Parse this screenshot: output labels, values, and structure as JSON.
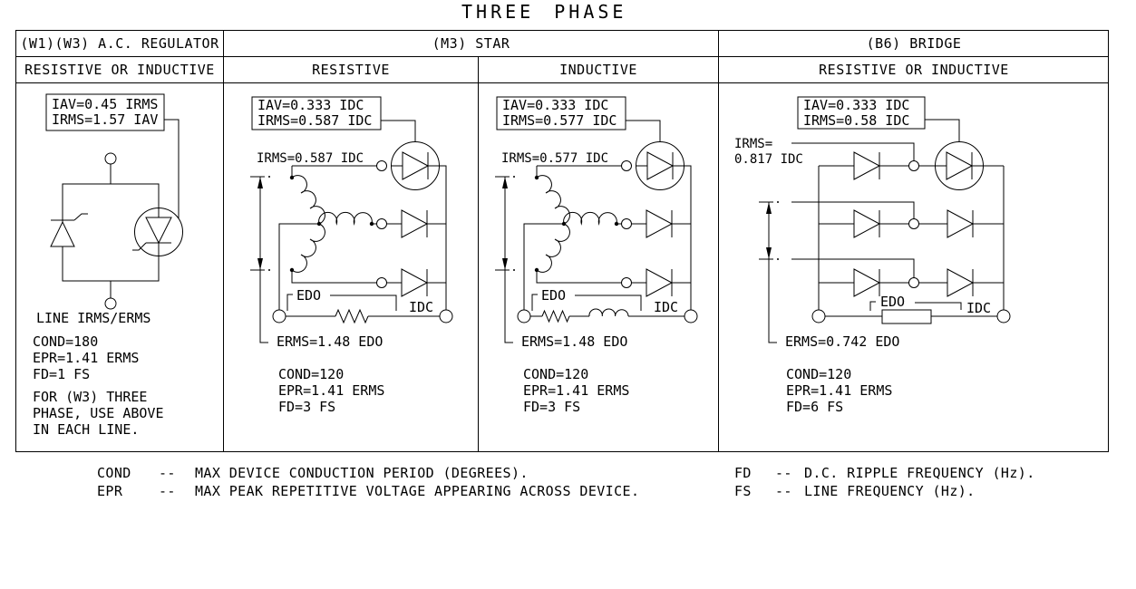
{
  "title": "THREE PHASE",
  "colors": {
    "line": "#000000",
    "background": "#ffffff"
  },
  "table": {
    "headers": {
      "regulator": "(W1)(W3) A.C. REGULATOR",
      "star": "(M3) STAR",
      "bridge": "(B6) BRIDGE"
    },
    "subheaders": {
      "regulator": "RESISTIVE OR INDUCTIVE",
      "star_resistive": "RESISTIVE",
      "star_inductive": "INDUCTIVE",
      "bridge": "RESISTIVE OR INDUCTIVE"
    }
  },
  "circuits": {
    "regulator": {
      "formula1": "IAV=0.45 IRMS",
      "formula2": "IRMS=1.57 IAV",
      "line_label": "LINE IRMS/ERMS",
      "cond": "COND=180",
      "epr": "EPR=1.41 ERMS",
      "fd": "FD=1 FS",
      "note1": "FOR (W3) THREE",
      "note2": "PHASE, USE ABOVE",
      "note3": "IN EACH LINE."
    },
    "star_resistive": {
      "formula1": "IAV=0.333 IDC",
      "formula2": "IRMS=0.587 IDC",
      "irms_label": "IRMS=0.587 IDC",
      "edo": "EDO",
      "idc": "IDC",
      "erms": "ERMS=1.48 EDO",
      "cond": "COND=120",
      "epr": "EPR=1.41 ERMS",
      "fd": "FD=3 FS"
    },
    "star_inductive": {
      "formula1": "IAV=0.333 IDC",
      "formula2": "IRMS=0.577 IDC",
      "irms_label": "IRMS=0.577 IDC",
      "edo": "EDO",
      "idc": "IDC",
      "erms": "ERMS=1.48 EDO",
      "cond": "COND=120",
      "epr": "EPR=1.41 ERMS",
      "fd": "FD=3 FS"
    },
    "bridge": {
      "formula1": "IAV=0.333 IDC",
      "formula2": "IRMS=0.58 IDC",
      "irms_label1": "IRMS=",
      "irms_label2": "0.817 IDC",
      "edo": "EDO",
      "idc": "IDC",
      "erms": "ERMS=0.742 EDO",
      "cond": "COND=120",
      "epr": "EPR=1.41 ERMS",
      "fd": "FD=6 FS"
    }
  },
  "footnotes": {
    "left": [
      {
        "term": "COND",
        "dash": "--",
        "definition": "MAX DEVICE CONDUCTION PERIOD (DEGREES)."
      },
      {
        "term": "EPR",
        "dash": "--",
        "definition": "MAX PEAK REPETITIVE VOLTAGE APPEARING ACROSS DEVICE."
      }
    ],
    "right": [
      {
        "term": "FD",
        "dash": "--",
        "definition": "D.C. RIPPLE FREQUENCY (Hz)."
      },
      {
        "term": "FS",
        "dash": "--",
        "definition": "LINE FREQUENCY (Hz)."
      }
    ]
  }
}
